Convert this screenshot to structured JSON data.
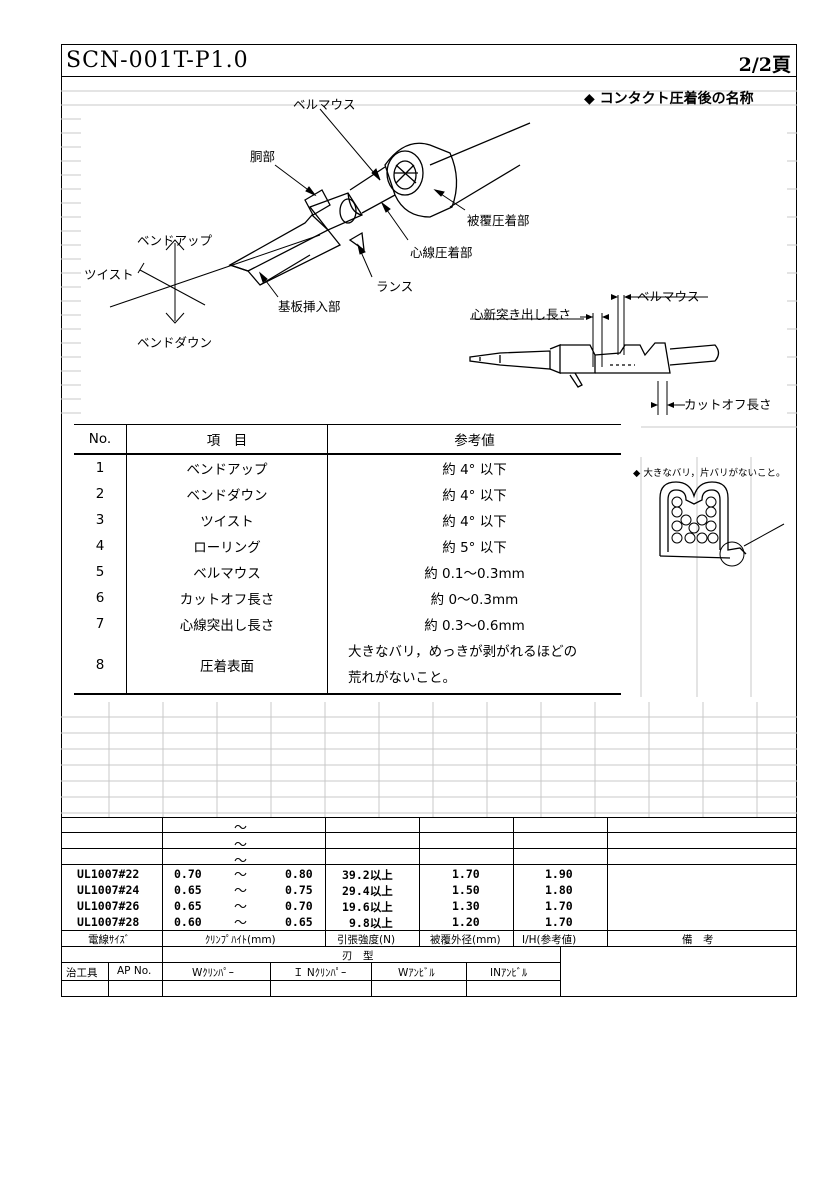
{
  "header": {
    "doc_code": "SCN-001T-P1.0",
    "page_number": "2/2頁"
  },
  "diagram": {
    "title": "◆ コンタクト圧着後の名称",
    "labels": {
      "bell_mouth_top": "ベルマウス",
      "body": "胴部",
      "insulation_crimp": "被覆圧着部",
      "wire_crimp": "心線圧着部",
      "lance": "ランス",
      "board_insertion": "基板挿入部",
      "bend_up": "ベンドアップ",
      "twist": "ツイスト",
      "bend_down": "ベンドダウン",
      "core_protrusion": "心新突き出し長さ",
      "bell_mouth_side": "ベルマウス",
      "cut_off": "カットオフ長さ"
    }
  },
  "spec_table": {
    "headers": [
      "No.",
      "項　目",
      "参考値"
    ],
    "rows": [
      {
        "no": "1",
        "item": "ベンドアップ",
        "value": "約 4°  以下"
      },
      {
        "no": "2",
        "item": "ベンドダウン",
        "value": "約 4°  以下"
      },
      {
        "no": "3",
        "item": "ツイスト",
        "value": "約 4°  以下"
      },
      {
        "no": "4",
        "item": "ローリング",
        "value": "約 5°  以下"
      },
      {
        "no": "5",
        "item": "ベルマウス",
        "value": "約 0.1～0.3mm"
      },
      {
        "no": "6",
        "item": "カットオフ長さ",
        "value": "約 0～0.3mm"
      },
      {
        "no": "7",
        "item": "心線突出し長さ",
        "value": "約 0.3～0.6mm"
      },
      {
        "no": "8",
        "item": "圧着表面",
        "value_line1": "大きなバリ，めっきが剥がれるほどの",
        "value_line2": "荒れがないこと。"
      }
    ]
  },
  "burr_note": "◆ 大きなバリ，片バリがないこと。",
  "crimp_table": {
    "tilde": "～",
    "rows": [
      {
        "wire": "UL1007#22",
        "min": "0.70",
        "max": "0.80",
        "tensile": "39.2以上",
        "od": "1.70",
        "ih": "1.90"
      },
      {
        "wire": "UL1007#24",
        "min": "0.65",
        "max": "0.75",
        "tensile": "29.4以上",
        "od": "1.50",
        "ih": "1.80"
      },
      {
        "wire": "UL1007#26",
        "min": "0.65",
        "max": "0.70",
        "tensile": "19.6以上",
        "od": "1.30",
        "ih": "1.70"
      },
      {
        "wire": "UL1007#28",
        "min": "0.60",
        "max": "0.65",
        "tensile": "9.8以上",
        "od": "1.20",
        "ih": "1.70"
      }
    ],
    "headers": {
      "wire_size": "電線ｻｲｽﾞ",
      "crimp_height": "ｸﾘﾝﾌﾟﾊｲﾄ(mm)",
      "tensile": "引張強度(N)",
      "od": "被覆外径(mm)",
      "ih": "I/H(参考値)",
      "remarks": "備　考"
    }
  },
  "tooling": {
    "die_type": "刃　型",
    "jig": "治工具",
    "ap_no": "AP No.",
    "w_crimper": "Wｸﾘﾝﾊﾟｰ",
    "in_crimper": "Ｉ Nｸﾘﾝﾊﾟｰ",
    "w_anvil": "Wｱﾝﾋﾞﾙ",
    "in_anvil": "INｱﾝﾋﾞﾙ"
  }
}
